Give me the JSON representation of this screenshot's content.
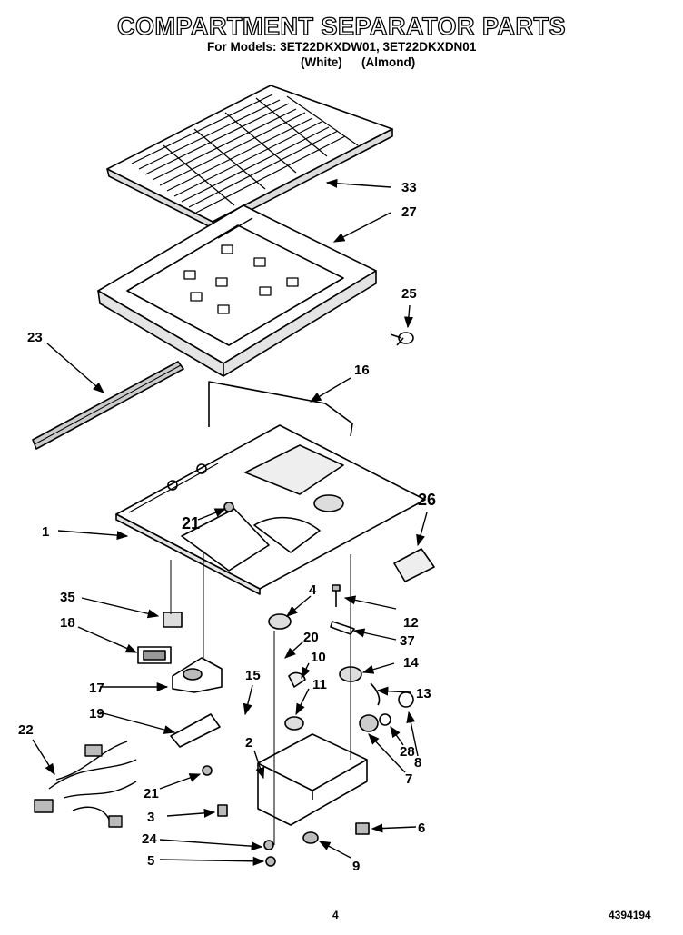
{
  "header": {
    "title": "COMPARTMENT SEPARATOR PARTS",
    "models_line": "For Models: 3ET22DKXDW01, 3ET22DKXDN01",
    "variant_white": "(White)",
    "variant_almond": "(Almond)"
  },
  "callouts": {
    "p33": "33",
    "p27": "27",
    "p25": "25",
    "p23": "23",
    "p16": "16",
    "p26": "26",
    "p1": "1",
    "p21a": "21",
    "p4": "4",
    "p12": "12",
    "p37": "37",
    "p35": "35",
    "p18": "18",
    "p20": "20",
    "p10": "10",
    "p14": "14",
    "p15": "15",
    "p17": "17",
    "p11": "11",
    "p13": "13",
    "p19": "19",
    "p8": "8",
    "p22": "22",
    "p2": "2",
    "p28": "28",
    "p7": "7",
    "p21b": "21",
    "p3": "3",
    "p6": "6",
    "p24": "24",
    "p5": "5",
    "p9": "9"
  },
  "footer": {
    "page_number": "4",
    "doc_number": "4394194"
  }
}
